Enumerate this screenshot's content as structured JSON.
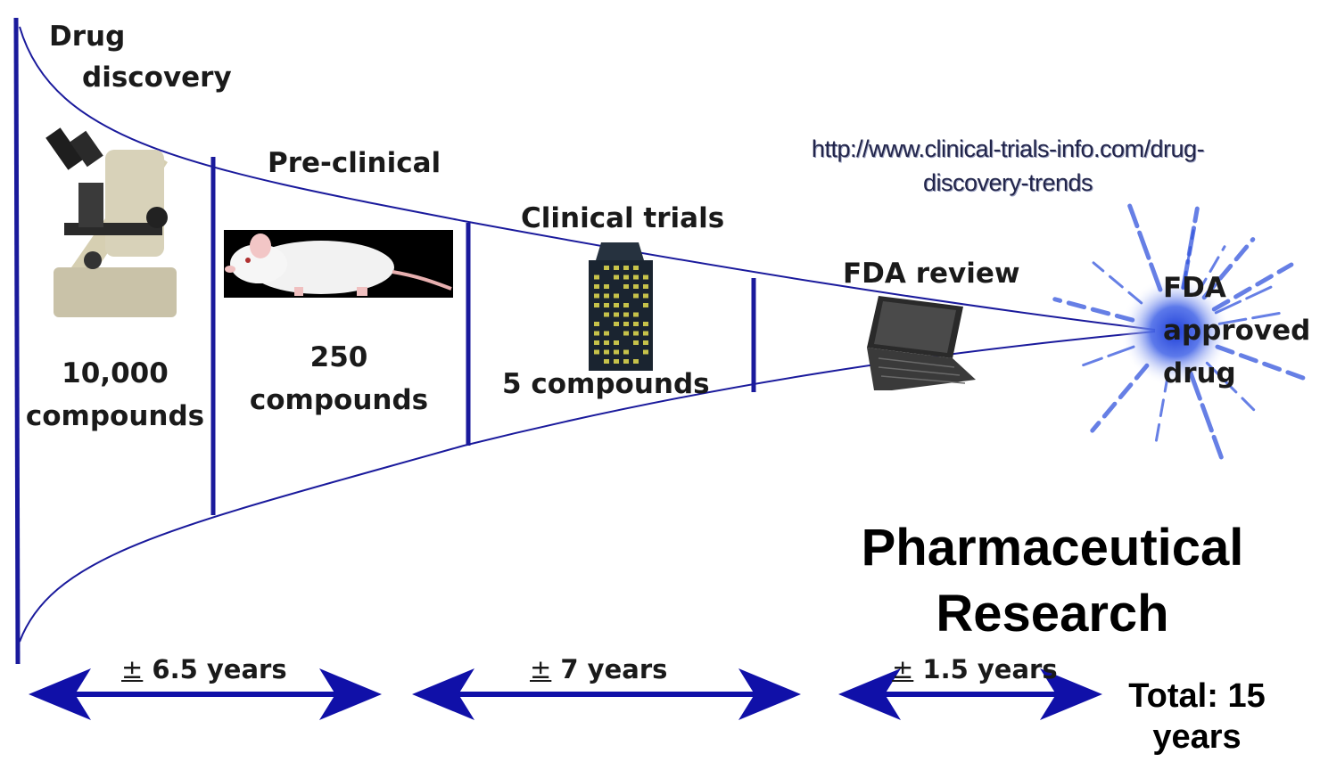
{
  "stages": [
    {
      "label_line1": "Drug",
      "label_line2": "discovery",
      "count_line1": "10,000",
      "count_line2": "compounds",
      "icon": "microscope-icon"
    },
    {
      "label": "Pre-clinical",
      "count_line1": "250",
      "count_line2": "compounds",
      "icon": "lab-mouse-icon"
    },
    {
      "label": "Clinical trials",
      "count": "5 compounds",
      "icon": "hospital-building-icon"
    },
    {
      "label": "FDA review",
      "icon": "laptop-icon"
    },
    {
      "label_line1": "FDA",
      "label_line2": "approved",
      "label_line3": "drug",
      "icon": "splash-icon"
    }
  ],
  "source_url_line1": "http://www.clinical-trials-info.com/drug-",
  "source_url_line2": "discovery-trends",
  "title_line1": "Pharmaceutical",
  "title_line2": "Research",
  "durations": [
    {
      "pm": "±",
      "text": " 6.5 years"
    },
    {
      "pm": "±",
      "text": " 7 years"
    },
    {
      "pm": "±",
      "text": " 1.5 years"
    }
  ],
  "total_line1": "Total: 15",
  "total_line2": "years",
  "colors": {
    "funnel": "#1a1a9c",
    "arrow": "#1010a8",
    "splash": "#3355dd"
  }
}
